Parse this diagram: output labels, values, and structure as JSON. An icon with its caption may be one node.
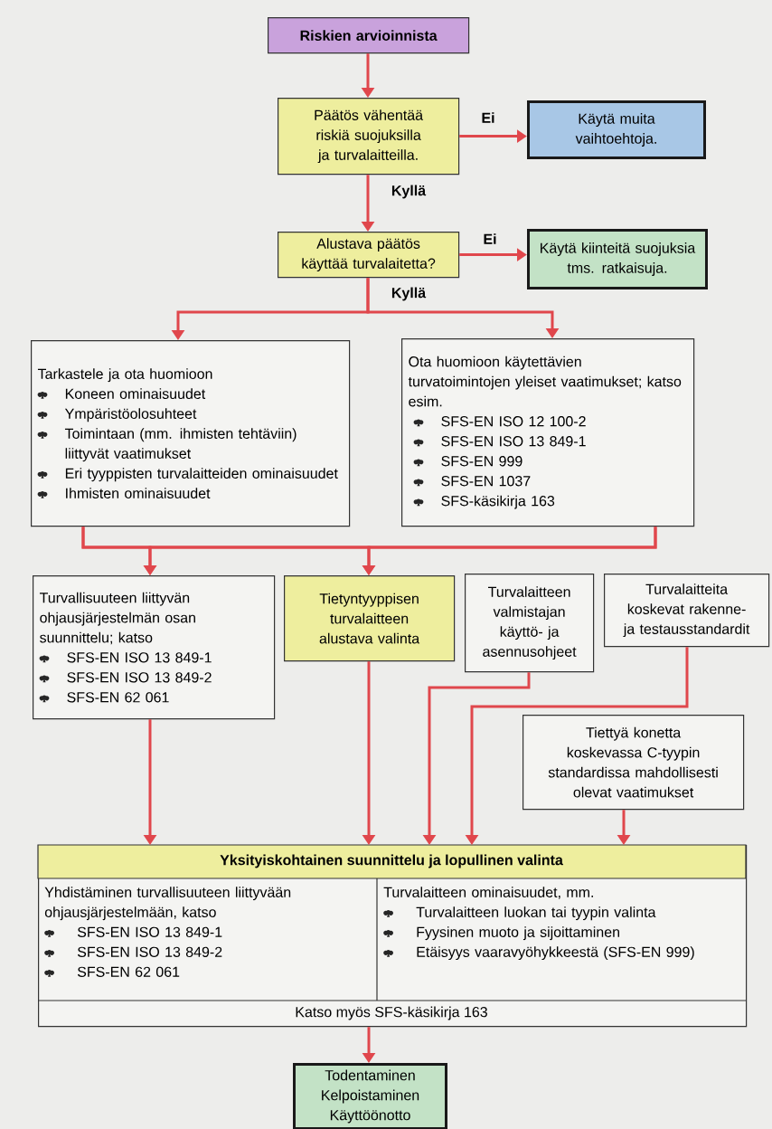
{
  "diagram": {
    "nodes": [
      {
        "text": [
          "Riskien arvioinnista"
        ]
      },
      {
        "text": [
          "Päätös vähentää riskiä suojuksilla ja turvalaitteilla."
        ]
      },
      {
        "text": [
          "Käytä muita vaihtoehtoja."
        ]
      },
      {
        "text": [
          "Alustava päätös käyttää turvalaitetta?"
        ]
      },
      {
        "text": [
          "Käytä kiinteitä suojuksia tms. ratkaisuja."
        ]
      },
      {
        "text": [
          "Tarkastele ja ota huomioon",
          "Koneen ominaisuudet",
          "Ympäristöolosuhteet",
          "Toimintaan (mm. ihmisten tehtäviin) liittyvät vaatimukset",
          "Eri tyyppisten turvalaitteiden ominaisuudet",
          "Ihmisten ominaisuudet"
        ]
      },
      {
        "text": [
          "Ota huomioon käytettävien turvatoimintojen yleiset vaatimukset; katso esim.",
          "SFS-EN ISO 12 100-2",
          "SFS-EN ISO 13 849-1",
          "SFS-EN 999",
          "SFS-EN 1037",
          "SFS-käsikirja 163"
        ]
      },
      {
        "text": [
          "Turvallisuuteen liittyvän ohjausjärjestelmän osan suunnittelu; katso",
          "SFS-EN ISO 13 849-1",
          "SFS-EN ISO 13 849-2",
          "SFS-EN 62 061"
        ]
      },
      {
        "text": [
          "Tietyntyyppisen turvalaitteen alustava valinta"
        ]
      },
      {
        "text": [
          "Turvalaitteen valmistajan käyttö- ja asennusohjeet"
        ]
      },
      {
        "text": [
          "Turvalaitteita koskevat rakenne- ja testausstandardit"
        ]
      },
      {
        "text": [
          "Tiettyä konetta koskevassa C-tyypin standardissa mahdollisesti olevat vaatimukset"
        ]
      },
      {
        "text": [
          "Yksityiskohtainen suunnittelu ja lopullinen valinta",
          "Yhdistäminen turvallisuuteen liittyvään ohjausjärjestelmään, katso",
          "SFS-EN ISO 13 849-1",
          "SFS-EN ISO 13 849-2",
          "SFS-EN 62 061",
          "Turvalaitteen ominaisuudet, mm.",
          "Turvalaitteen luokan tai tyypin valinta",
          "Fyysinen muoto ja sijoittaminen",
          "Etäisyys vaaravyöhykkeestä (SFS-EN 999)",
          "Katso myös SFS-käsikirja 163"
        ]
      },
      {
        "text": [
          "Todentaminen",
          "Kelpoistaminen",
          "Käyttöönotto"
        ]
      }
    ],
    "edges": [
      {
        "from": 0,
        "to": 1,
        "arrow": "to"
      },
      {
        "from": 1,
        "to": 2,
        "arrow": "to",
        "label": "Ei"
      },
      {
        "from": 1,
        "to": 3,
        "arrow": "to",
        "label": "Kyllä"
      },
      {
        "from": 3,
        "to": 4,
        "arrow": "to",
        "label": "Ei"
      },
      {
        "from": 3,
        "to": 5,
        "arrow": "to",
        "label": "Kyllä"
      },
      {
        "from": 3,
        "to": 6,
        "arrow": "to"
      },
      {
        "from": 5,
        "to": 7,
        "arrow": "to"
      },
      {
        "from": 5,
        "to": 8,
        "arrow": "to"
      },
      {
        "from": 6,
        "to": 7,
        "arrow": "to"
      },
      {
        "from": 6,
        "to": 8,
        "arrow": "to"
      },
      {
        "from": 7,
        "to": 12,
        "arrow": "to"
      },
      {
        "from": 8,
        "to": 12,
        "arrow": "to"
      },
      {
        "from": 9,
        "to": 12,
        "arrow": "to"
      },
      {
        "from": 10,
        "to": 12,
        "arrow": "to"
      },
      {
        "from": 11,
        "to": 12,
        "arrow": "to"
      },
      {
        "from": 12,
        "to": 13,
        "arrow": "to"
      }
    ]
  }
}
